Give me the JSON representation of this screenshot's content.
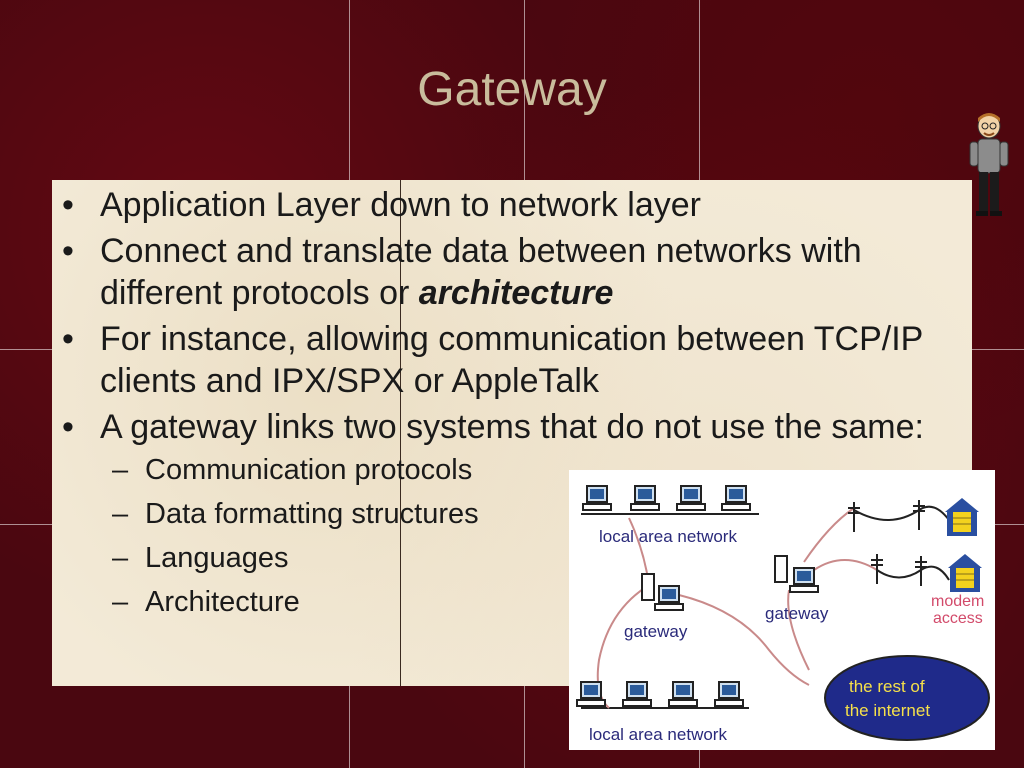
{
  "slide": {
    "title": "Gateway",
    "bullets": [
      {
        "text": "Application Layer down to network layer"
      },
      {
        "text": "Connect and translate data between networks with different protocols or ",
        "emphasis": "architecture"
      },
      {
        "text": "For instance, allowing communication between TCP/IP clients and IPX/SPX or AppleTalk"
      },
      {
        "text": "A gateway links two systems that do not use the same:"
      }
    ],
    "sub_bullets": [
      "Communication protocols",
      "Data formatting structures",
      "Languages",
      "Architecture"
    ]
  },
  "diagram": {
    "lan_top_label": "local area network",
    "lan_bottom_label": "local area network",
    "gateway_left_label": "gateway",
    "gateway_right_label": "gateway",
    "modem_label": "modem access",
    "internet_label_line1": "the rest of",
    "internet_label_line2": "the internet"
  },
  "colors": {
    "background": "#4a0710",
    "panel": "#f3ead7",
    "title": "#c9bc9c",
    "internet_cloud": "#1f2a8a",
    "internet_text": "#f5e04a",
    "network_line": "#c98a8a",
    "diagram_label": "#2a2a7a"
  }
}
